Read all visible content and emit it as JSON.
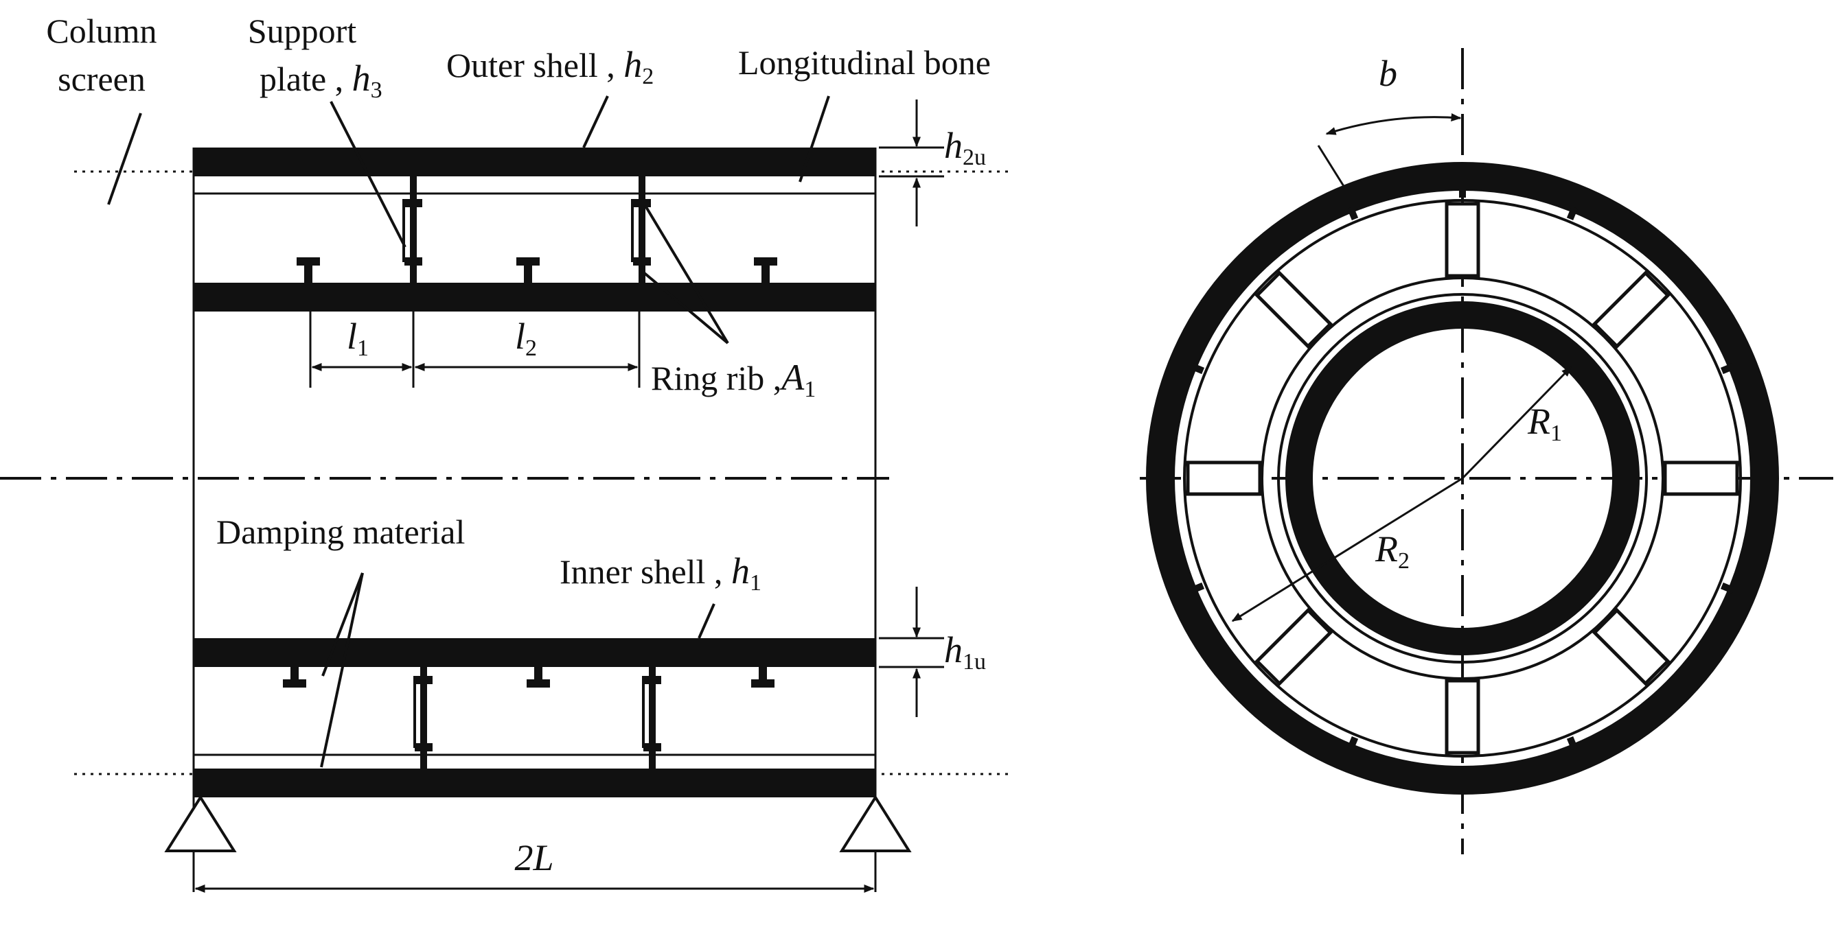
{
  "labels": {
    "column_screen_line1": "Column",
    "column_screen_line2": "screen",
    "support_plate_line1": "Support",
    "support_plate_line2": "plate ,",
    "support_plate_sym": "h",
    "support_plate_sub": "3",
    "outer_shell": "Outer shell ,",
    "outer_shell_sym": "h",
    "outer_shell_sub": "2",
    "longitudinal_bone": "Longitudinal bone",
    "h2u_sym": "h",
    "h2u_sub": "2u",
    "l1_sym": "l",
    "l1_sub": "1",
    "l2_sym": "l",
    "l2_sub": "2",
    "ring_rib": "Ring rib ,",
    "ring_rib_sym": "A",
    "ring_rib_sub": "1",
    "damping_material": "Damping material",
    "inner_shell": "Inner shell ,",
    "inner_shell_sym": "h",
    "inner_shell_sub": "1",
    "h1u_sym": "h",
    "h1u_sub": "1u",
    "two_l": "2L",
    "b_sym": "b",
    "r1_sym": "R",
    "r1_sub": "1",
    "r2_sym": "R",
    "r2_sub": "2"
  }
}
